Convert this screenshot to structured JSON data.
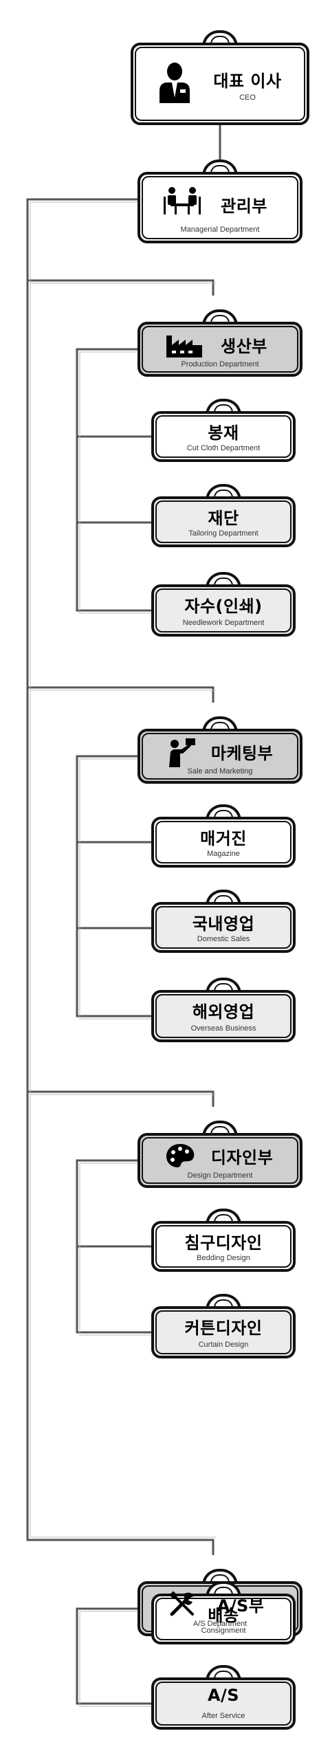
{
  "ceo": {
    "title": "대표 이사",
    "sub": "CEO"
  },
  "managerial": {
    "title": "관리부",
    "sub": "Managerial Department"
  },
  "production": {
    "title": "생산부",
    "sub": "Production Department"
  },
  "cut_cloth": {
    "title": "봉재",
    "sub": "Cut Cloth Department"
  },
  "tailoring": {
    "title": "재단",
    "sub": "Tailoring Department"
  },
  "needlework": {
    "title": "자수(인쇄)",
    "sub": "Needlework Department"
  },
  "marketing": {
    "title": "마케팅부",
    "sub": "Sale and Marketing"
  },
  "magazine": {
    "title": "매거진",
    "sub": "Magazine"
  },
  "domestic": {
    "title": "국내영업",
    "sub": "Domestic Sales"
  },
  "overseas": {
    "title": "해외영업",
    "sub": "Overseas Business"
  },
  "design": {
    "title": "디자인부",
    "sub": "Design Department"
  },
  "bedding": {
    "title": "침구디자인",
    "sub": "Bedding Design"
  },
  "curtain": {
    "title": "커튼디자인",
    "sub": "Curtain Design"
  },
  "as_dept": {
    "title": "A/S부",
    "sub": "A/S Department"
  },
  "consignment": {
    "title": "배송",
    "sub": "Consignment"
  },
  "after_service": {
    "title": "A/S",
    "sub": "After Service"
  }
}
